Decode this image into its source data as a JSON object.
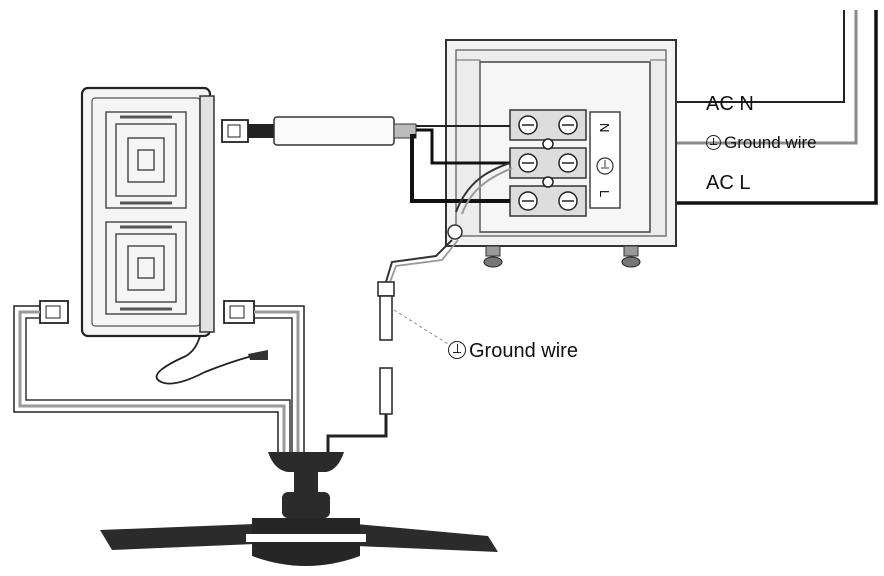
{
  "labels": {
    "ac_n": "AC N",
    "ac_l": "AC L",
    "ground_wire_top": "Ground wire",
    "ground_wire_bottom": "Ground wire"
  },
  "terminal_marks": {
    "n": "N",
    "l": "L"
  },
  "icons": {
    "ground": "ground-symbol-icon"
  }
}
